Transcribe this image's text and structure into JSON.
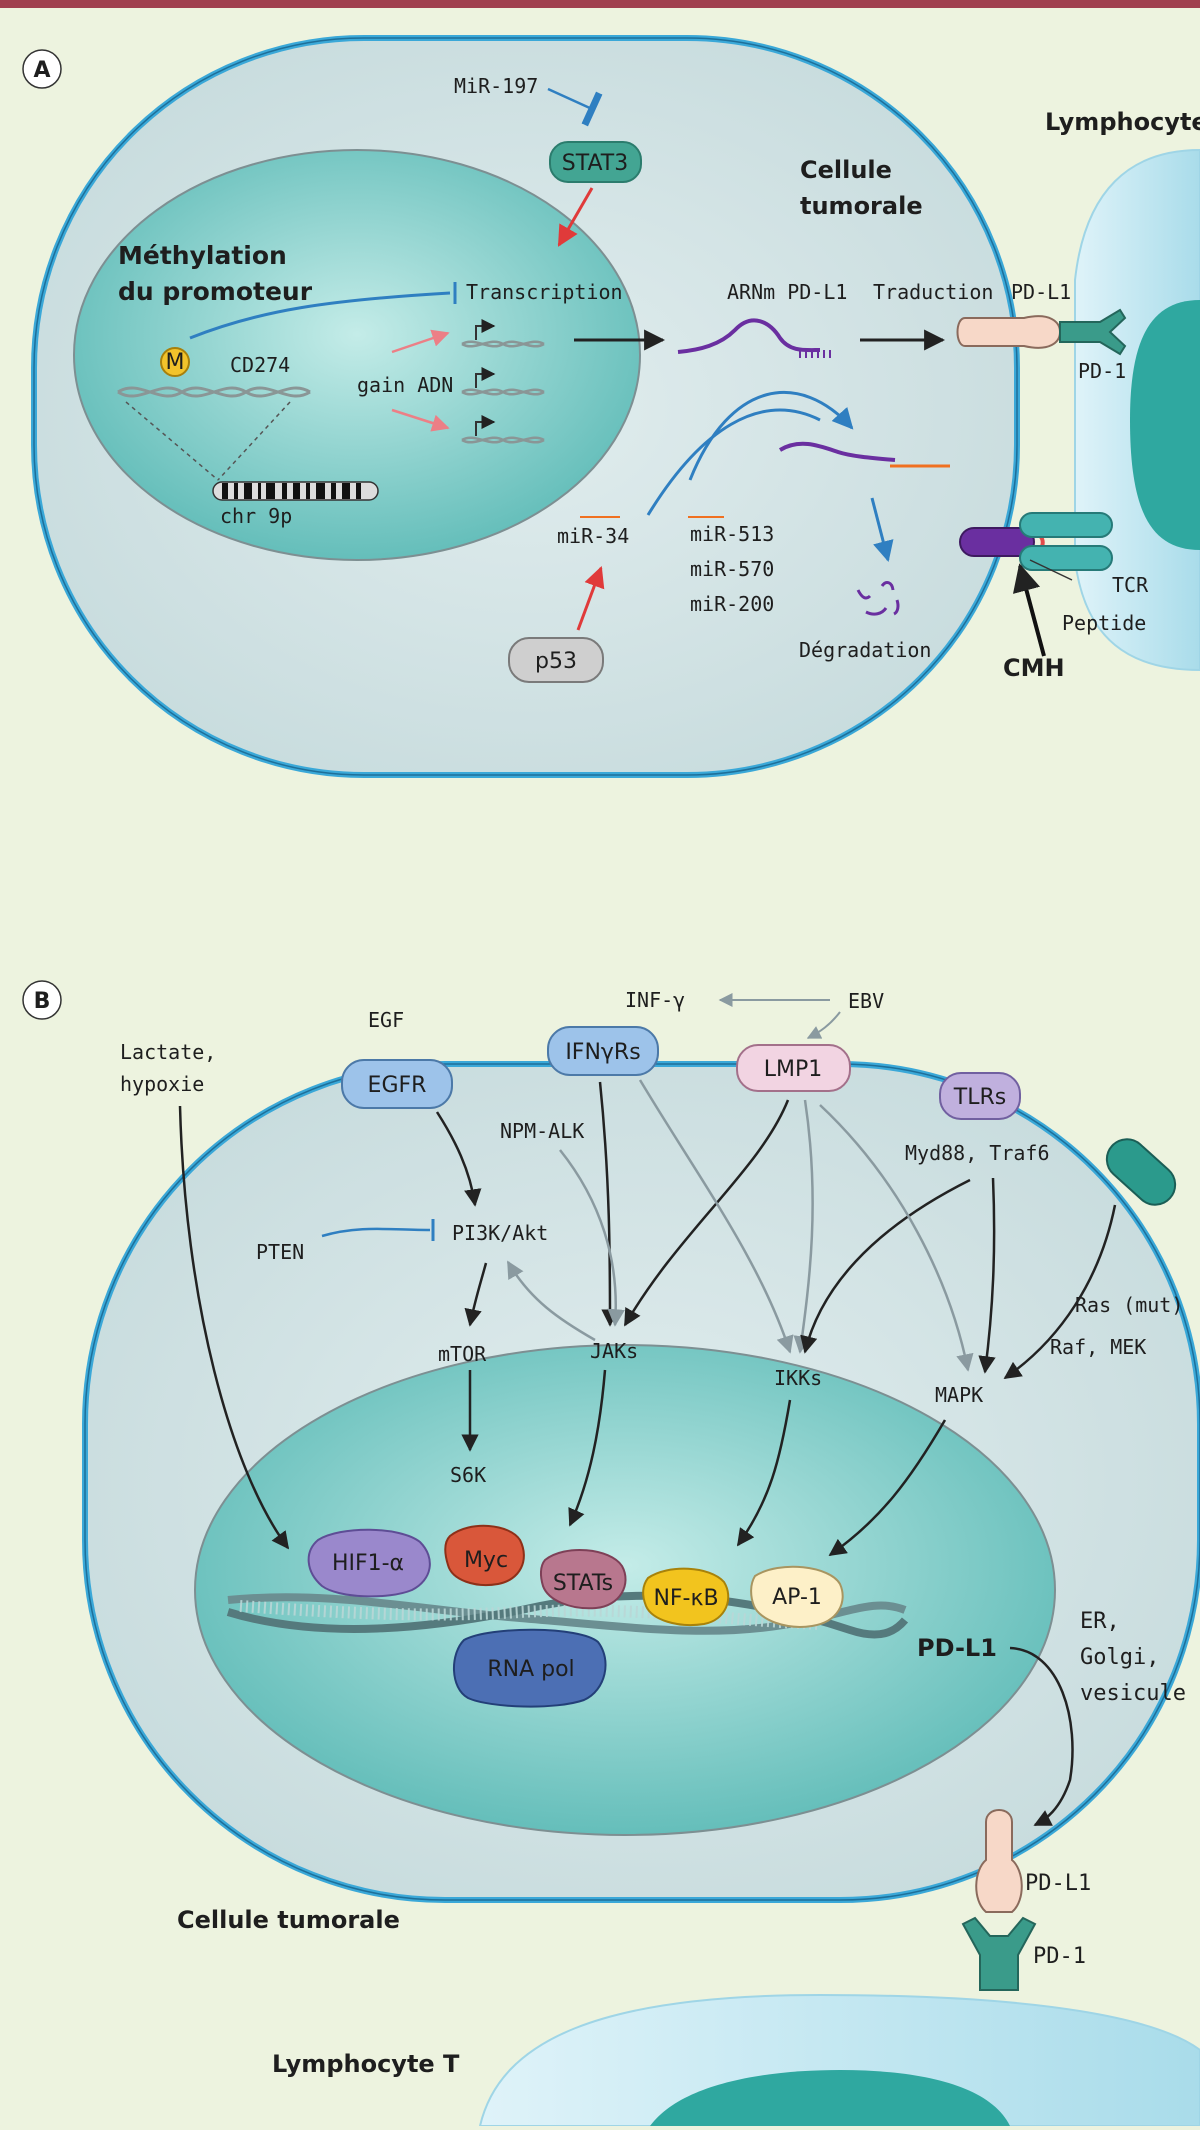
{
  "panel_a": {
    "badge": "A",
    "mir197": "MiR-197",
    "stat3": "STAT3",
    "cell_title_1": "Cellule",
    "cell_title_2": "tumorale",
    "lymph_title": "Lymphocyte T",
    "methylation_1": "Méthylation",
    "methylation_2": "du promoteur",
    "m_mark": "M",
    "cd274": "CD274",
    "gain_adn": "gain ADN",
    "chr9p": "chr 9p",
    "transcription": "Transcription",
    "arnm": "ARNm PD-L1",
    "traduction": "Traduction",
    "pdl1": "PD-L1",
    "pd1": "PD-1",
    "mir34": "miR-34",
    "mir513": "miR-513",
    "mir570": "miR-570",
    "mir200": "miR-200",
    "p53": "p53",
    "degradation": "Dégradation",
    "tcr": "TCR",
    "peptide": "Peptide",
    "cmh": "CMH"
  },
  "panel_b": {
    "badge": "B",
    "inf_gamma": "INF-γ",
    "ebv": "EBV",
    "egf": "EGF",
    "lactate_1": "Lactate,",
    "lactate_2": "hypoxie",
    "egfr": "EGFR",
    "ifngrs": "IFNγRs",
    "lmp1": "LMP1",
    "tlrs": "TLRs",
    "npm_alk": "NPM-ALK",
    "myd88": "Myd88, Traf6",
    "pten": "PTEN",
    "pi3k": "PI3K/Akt",
    "ras": "Ras (mut)",
    "raf": "Raf, MEK",
    "mtor": "mTOR",
    "jaks": "JAKs",
    "ikks": "IKKs",
    "mapk": "MAPK",
    "s6k": "S6K",
    "hif1": "HIF1-α",
    "myc": "Myc",
    "stats": "STATs",
    "nfkb": "NF-κB",
    "ap1": "AP-1",
    "rna_pol": "RNA pol",
    "pdl1_gene": "PD-L1",
    "er_1": "ER,",
    "er_2": "Golgi,",
    "er_3": "vesicule",
    "pdl1": "PD-L1",
    "pd1": "PD-1",
    "cellule_tumorale": "Cellule tumorale",
    "lymph_title": "Lymphocyte T"
  },
  "colors": {
    "page_bg": "#edf3df",
    "top_bar": "#a0404f",
    "membrane": "#3aa8d8",
    "cytoplasm": "#cfe1e2",
    "nucleus": "#6ec4c0",
    "lymphocyte": "#bfe6f0",
    "inhibition_blue": "#2f7fc1",
    "activation_red": "#e03a3a",
    "mrna_purple": "#6a2fa0"
  }
}
